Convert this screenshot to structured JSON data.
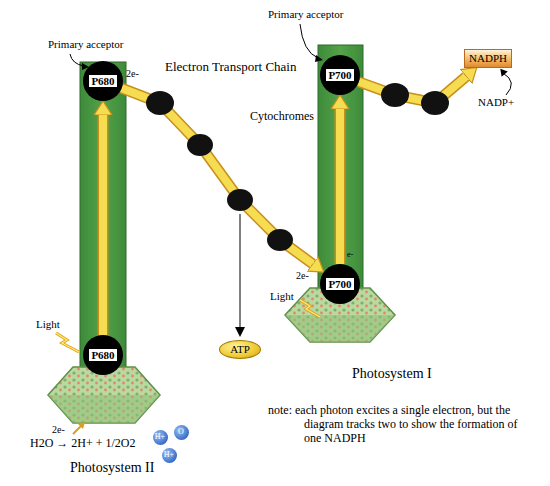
{
  "diagram": {
    "nodes": [
      {
        "text": [
          "P680"
        ]
      },
      {
        "text": [
          "P680"
        ]
      },
      {
        "text": [
          "ATP"
        ]
      },
      {
        "text": [
          "P700"
        ]
      },
      {
        "text": [
          "P700"
        ]
      },
      {
        "text": [
          "NADPH"
        ]
      },
      {
        "text": [
          "H+"
        ]
      },
      {
        "text": [
          "O"
        ]
      },
      {
        "text": [
          "H+"
        ]
      }
    ],
    "edges": [
      {
        "from": 1,
        "to": 0,
        "arrow": "to"
      },
      {
        "from": 0,
        "to": 4,
        "arrow": "to"
      },
      {
        "from": 4,
        "to": 3,
        "arrow": "to"
      },
      {
        "from": 3,
        "to": 5,
        "arrow": "to"
      }
    ],
    "labels": [
      "Primary acceptor",
      "2e-",
      "Electron Transport Chain",
      "Cytochromes",
      "Light",
      "2e-",
      "H2O → 2H+ + 1/2O2",
      "Photosystem II",
      "Primary acceptor",
      "NADP+",
      "2e-",
      "e-",
      "Light",
      "Photosystem I",
      "note: each photon excites a single electron, but the diagram tracks two to show the formation of one NADPH"
    ]
  }
}
